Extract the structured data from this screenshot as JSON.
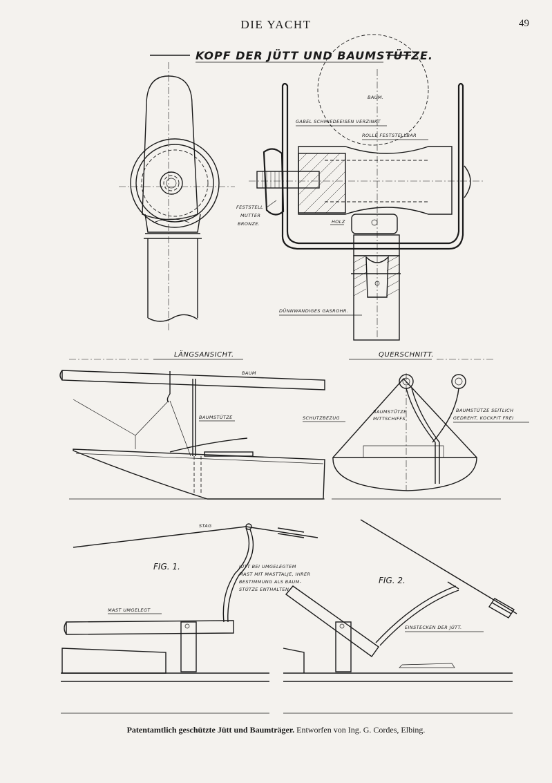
{
  "header": {
    "running_title": "DIE YACHT",
    "page_number": "49"
  },
  "plate": {
    "title": "KOPF DER JÜTT UND BAUMSTÜTZE.",
    "labels": {
      "baum_top": "BAUM.",
      "gabel": "GABEL SCHMIEDEEISEN VERZINKT",
      "rolle": "ROLLE FESTSTELLBAR",
      "feststell": "FESTSTELL",
      "mutter": "MUTTER",
      "bronze": "BRONZE.",
      "holz": "HOLZ",
      "gasrohr": "DÜNNWANDIGES GASROHR.",
      "laengsansicht": "LÄNGSANSICHT.",
      "querschnitt": "QUERSCHNITT.",
      "baum_side": "BAUM",
      "baumstuetze": "BAUMSTÜTZE",
      "schutzbezug": "SCHUTZBEZUG",
      "baumstuetze_mittschiffs_1": "BAUMSTÜTZE",
      "baumstuetze_mittschiffs_2": "MITTSCHIFFS",
      "seitlich_1": "BAUMSTÜTZE SEITLICH",
      "seitlich_2": "GEDREHT, KOCKPIT FREI",
      "stag": "STAG",
      "fig1": "FIG. 1.",
      "fig2": "FIG. 2.",
      "juett_note_1": "JÜTT BEI UMGELEGTEM",
      "juett_note_2": "MAST MIT MASTTALJE, IHRER",
      "juett_note_3": "BESTIMMUNG ALS BAUM-",
      "juett_note_4": "STÜTZE ENTHALTEN.",
      "mast_umgelegt": "MAST UMGELEGT",
      "einstecken": "EINSTECKEN DER JÜTT."
    }
  },
  "caption": {
    "bold": "Patentamtlich geschützte Jütt und Baumträger.",
    "rest": "Entworfen von Ing. G. Cordes, Elbing."
  }
}
